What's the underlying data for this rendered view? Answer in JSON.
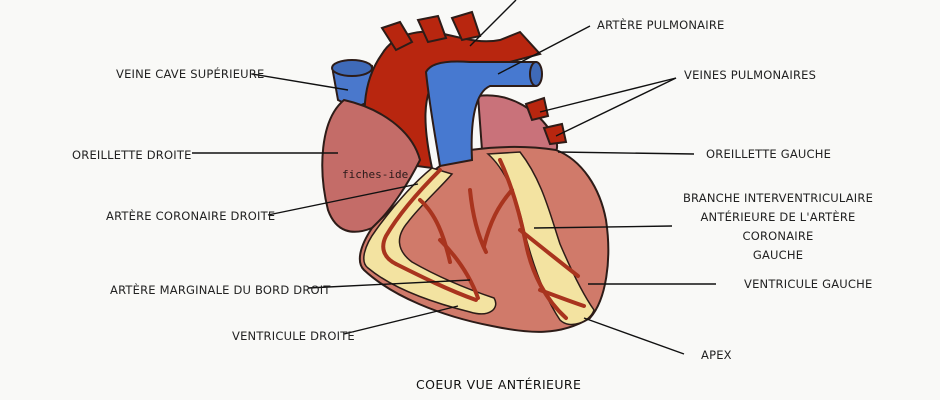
{
  "diagram": {
    "caption": "COEUR VUE ANTÉRIEURE",
    "watermark": "fiches-ide",
    "labels": {
      "arteria_pulmonaire": "ARTÈRE PULMONAIRE",
      "veine_cave_sup": "VEINE CAVE SUPÉRIEURE",
      "veines_pulmonaires": "VEINES PULMONAIRES",
      "oreillette_droite": "OREILLETTE DROITE",
      "oreillette_gauche": "OREILLETTE GAUCHE",
      "arteria_coronaire_droite": "ARTÈRE CORONAIRE DROITE",
      "branche_iv_line1": "BRANCHE INTERVENTRICULAIRE",
      "branche_iv_line2": "ANTÉRIEURE DE L'ARTÈRE CORONAIRE",
      "branche_iv_line3": "GAUCHE",
      "ventricule_gauche": "VENTRICULE GAUCHE",
      "arteria_marginale": "ARTÈRE MARGINALE DU BORD DROIT",
      "ventricule_droit": "VENTRICULE DROITE",
      "apex": "APEX"
    },
    "colors": {
      "ventricle": "#d07a6a",
      "atrium": "#c46c68",
      "aorta": "#b8260f",
      "pulmonary": "#4779d0",
      "fat": "#f3e3a1",
      "coronary": "#a9341e",
      "outline": "#2d1c18"
    }
  }
}
